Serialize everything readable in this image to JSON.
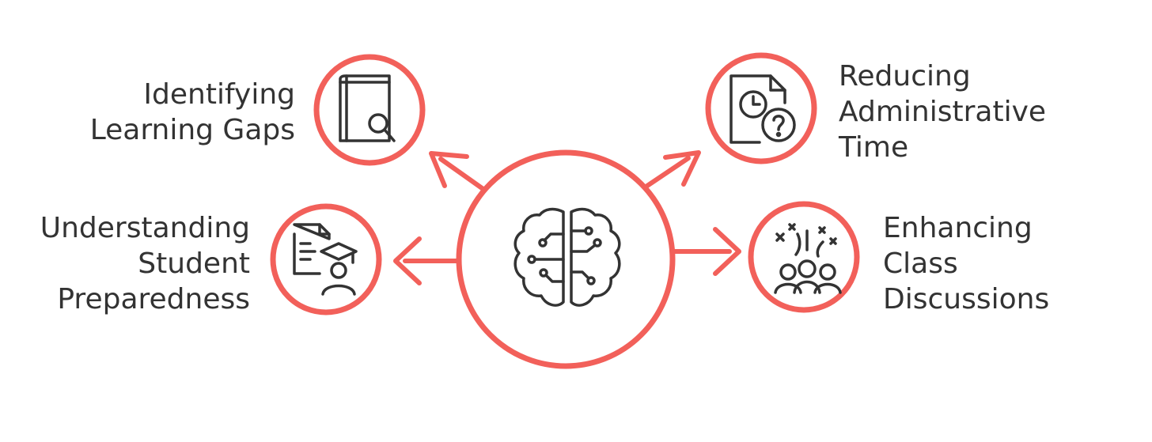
{
  "colors": {
    "accent": "#F2605A",
    "ink": "#333333",
    "background": "#FFFFFF"
  },
  "center": {
    "icon": "brain-circuit-icon"
  },
  "nodes": [
    {
      "id": "identifying-learning-gaps",
      "icon": "book-search-icon",
      "label_lines": [
        "Identifying",
        "Learning Gaps"
      ]
    },
    {
      "id": "understanding-student-preparedness",
      "icon": "document-graduate-icon",
      "label_lines": [
        "Understanding",
        "Student",
        "Preparedness"
      ]
    },
    {
      "id": "reducing-administrative-time",
      "icon": "document-clock-question-icon",
      "label_lines": [
        "Reducing",
        "Administrative",
        "Time"
      ]
    },
    {
      "id": "enhancing-class-discussions",
      "icon": "group-sparkle-icon",
      "label_lines": [
        "Enhancing",
        "Class",
        "Discussions"
      ]
    }
  ]
}
